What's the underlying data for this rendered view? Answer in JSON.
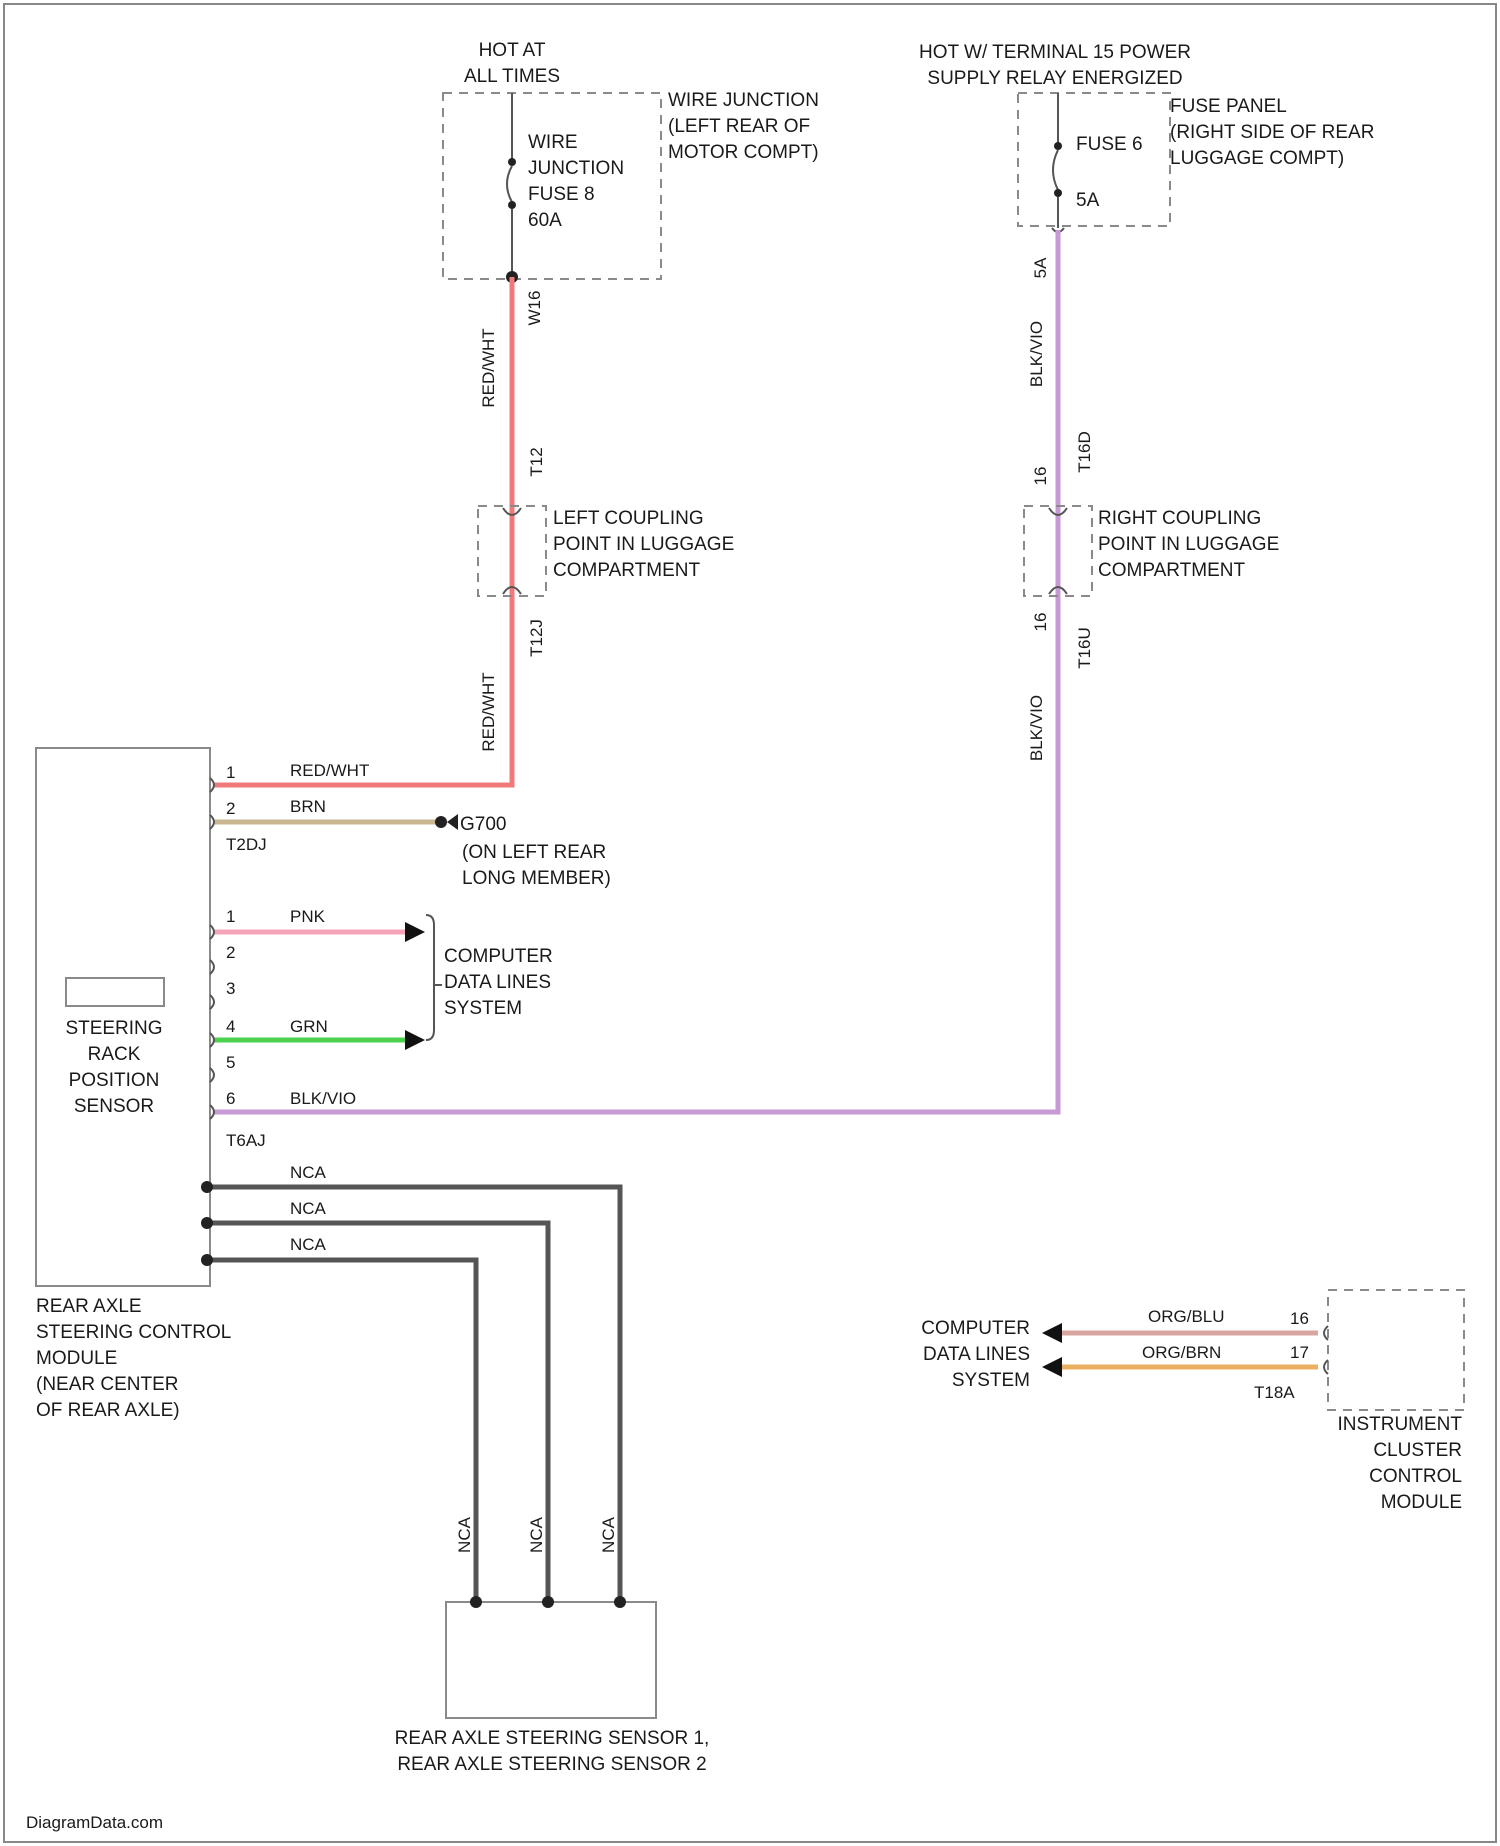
{
  "colors": {
    "red_wht": "#f07a7a",
    "blk_vio": "#c79ad6",
    "brn": "#c9b590",
    "pnk": "#f5a3b9",
    "grn": "#4cd14c",
    "nca": "#555555",
    "org_blu": "#d9a5a0",
    "org_brn": "#e8b060",
    "outline": "#8a8a8a"
  },
  "top": {
    "hot_left": [
      "HOT AT",
      "ALL TIMES"
    ],
    "hot_right": [
      "HOT W/ TERMINAL 15 POWER",
      "SUPPLY RELAY ENERGIZED"
    ]
  },
  "wire_junction": {
    "caption": [
      "WIRE JUNCTION",
      "(LEFT REAR OF",
      "MOTOR COMPT)"
    ],
    "inner": [
      "WIRE",
      "JUNCTION",
      "FUSE 8",
      "60A"
    ],
    "pin": "W16"
  },
  "fuse_panel": {
    "caption": [
      "FUSE PANEL",
      "(RIGHT SIDE OF REAR",
      "LUGGAGE COMPT)"
    ],
    "fuse": "FUSE 6",
    "amps": "5A",
    "pin": "5A"
  },
  "left_coupling": {
    "caption": [
      "LEFT COUPLING",
      "POINT IN LUGGAGE",
      "COMPARTMENT"
    ],
    "pin_top": "T12",
    "pin_bottom": "T12J"
  },
  "right_coupling": {
    "caption": [
      "RIGHT COUPLING",
      "POINT IN LUGGAGE",
      "COMPARTMENT"
    ],
    "pin_top": "T16D",
    "pin_bottom": "T16U",
    "num_top": "16",
    "num_bottom": "16"
  },
  "wires": {
    "red_wht": "RED/WHT",
    "blk_vio": "BLK/VIO",
    "brn": "BRN",
    "pnk": "PNK",
    "grn": "GRN",
    "nca": "NCA",
    "org_blu": "ORG/BLU",
    "org_brn": "ORG/BRN"
  },
  "ground": {
    "id": "G700",
    "caption": [
      "(ON LEFT REAR",
      "LONG MEMBER)"
    ]
  },
  "module": {
    "connector_a": "T2DJ",
    "connector_b": "T6AJ",
    "pins_a": [
      "1",
      "2"
    ],
    "pins_b": [
      "1",
      "2",
      "3",
      "4",
      "5",
      "6"
    ],
    "sensor": [
      "STEERING",
      "RACK",
      "POSITION",
      "SENSOR"
    ],
    "caption": [
      "REAR AXLE",
      "STEERING CONTROL",
      "MODULE",
      "(NEAR CENTER",
      "OF REAR AXLE)"
    ]
  },
  "data_lines": [
    "COMPUTER",
    "DATA LINES",
    "SYSTEM"
  ],
  "cluster": {
    "connector": "T18A",
    "pins": [
      "16",
      "17"
    ],
    "caption": [
      "INSTRUMENT",
      "CLUSTER",
      "CONTROL",
      "MODULE"
    ]
  },
  "sensors": {
    "caption": [
      "REAR AXLE STEERING SENSOR 1,",
      "REAR AXLE STEERING SENSOR 2"
    ]
  },
  "watermark": "DiagramData.com"
}
